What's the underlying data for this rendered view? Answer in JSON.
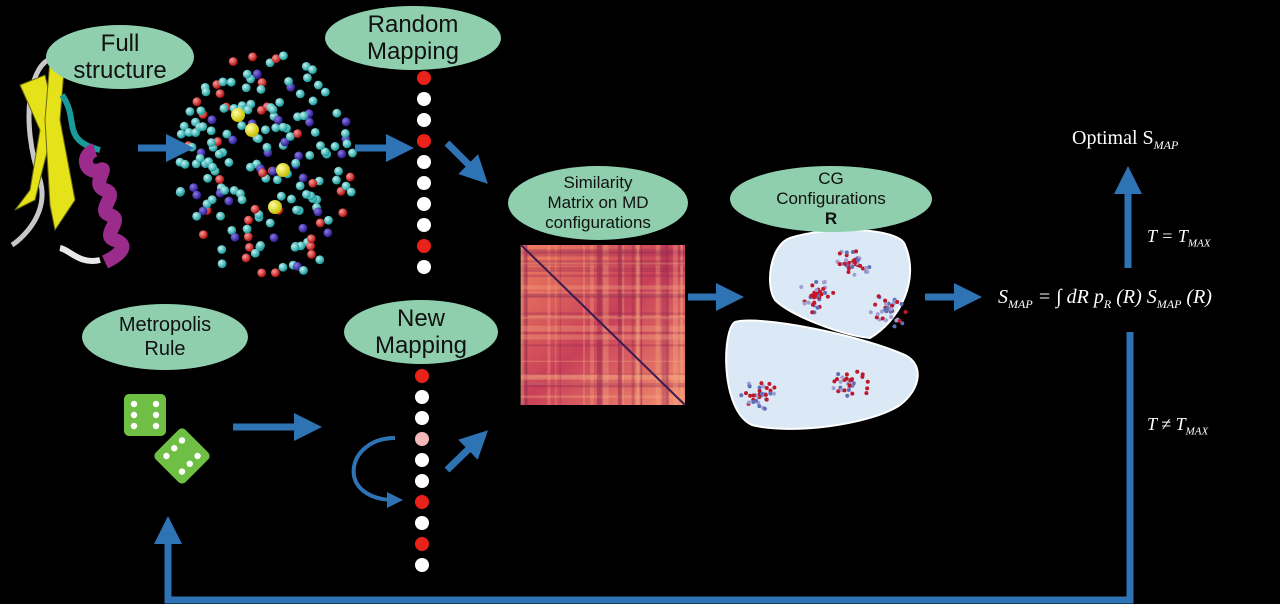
{
  "labels": {
    "full_structure": "Full\nstructure",
    "random_mapping": "Random\nMapping",
    "new_mapping": "New\nMapping",
    "metropolis_rule": "Metropolis\nRule",
    "similarity_matrix": "Similarity\nMatrix on MD\nconfigurations",
    "cg_configurations": "CG\nConfigurations",
    "cg_symbol": "R"
  },
  "equations": {
    "main_lhs": "S",
    "main_lhs_sub": "MAP",
    "main_rhs": "= ∫ dR p",
    "main_rhs_sub1": "R",
    "main_rhs_mid": "(R) S",
    "main_rhs_sub2": "MAP",
    "main_rhs_end": "(R)",
    "optimal": "Optimal S",
    "optimal_sub": "MAP",
    "cond_equal": "T = T",
    "cond_equal_sub": "MAX",
    "cond_notequal": "T ≠ T",
    "cond_notequal_sub": "MAX"
  },
  "colors": {
    "bubble": "#8fcfae",
    "arrow": "#2e74b5",
    "site_selected": "#e8221a",
    "site_unselected": "#ffffff",
    "site_flipped": "#f4b8b8",
    "helix": "#9b2c8c",
    "strand": "#e6e21a",
    "dice": "#6fbf44"
  },
  "random_mapping_sites": [
    1,
    0,
    0,
    1,
    0,
    0,
    0,
    0,
    1,
    0
  ],
  "new_mapping_sites": [
    1,
    0,
    0,
    2,
    0,
    0,
    1,
    0,
    1,
    0
  ]
}
